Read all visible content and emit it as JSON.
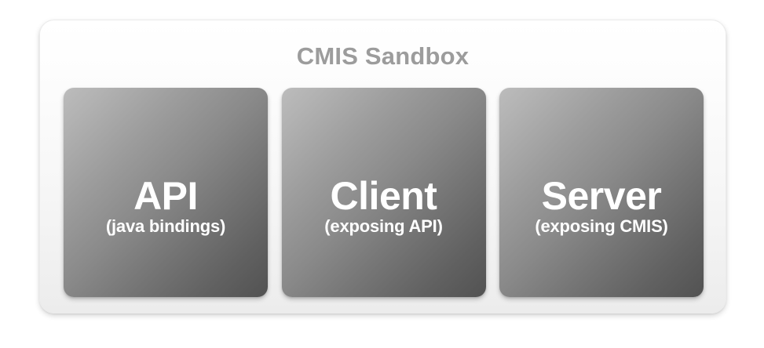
{
  "diagram": {
    "title": "CMIS Sandbox",
    "title_color": "#9c9c9c",
    "container_bg_start": "#ffffff",
    "container_bg_end": "#ececec",
    "box_gradient_start": "#bcbcbc",
    "box_gradient_end": "#525252",
    "box_text_color": "#ffffff",
    "boxes": [
      {
        "id": "api",
        "title": "API",
        "subtitle": "(java bindings)"
      },
      {
        "id": "client",
        "title": "Client",
        "subtitle": "(exposing API)"
      },
      {
        "id": "server",
        "title": "Server",
        "subtitle": "(exposing CMIS)"
      }
    ]
  }
}
